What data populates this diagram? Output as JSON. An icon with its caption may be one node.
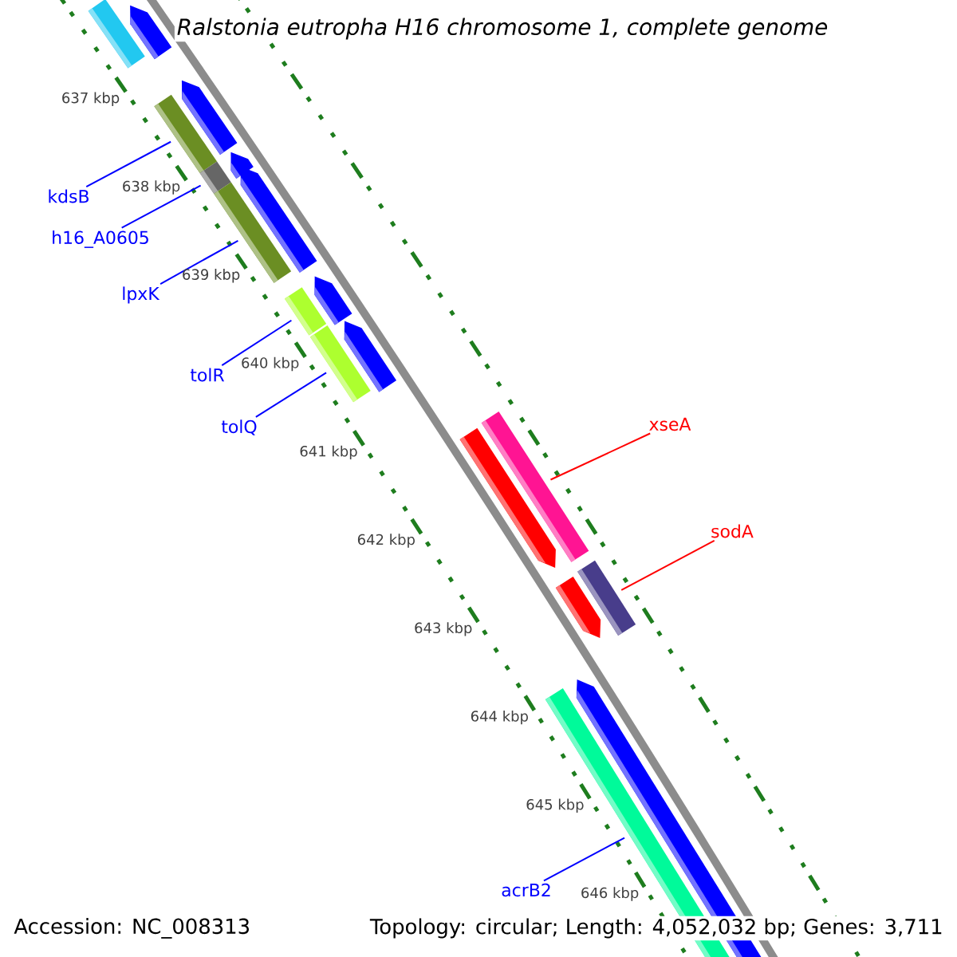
{
  "diagram": {
    "title": "Ralstonia eutropha H16 chromosome 1, complete genome",
    "nodes": [
      {
        "text": [],
        "shape": "bar"
      },
      {
        "text": [],
        "shape": "bar"
      },
      {
        "text": [],
        "shape": "bar"
      },
      {
        "text": [],
        "shape": "bar"
      },
      {
        "text": [],
        "shape": "bar"
      },
      {
        "text": [],
        "shape": "bar"
      },
      {
        "text": [],
        "shape": "bar"
      },
      {
        "text": [],
        "shape": "bar"
      },
      {
        "text": [
          "kdsB"
        ]
      },
      {
        "text": [
          "h16_A0605"
        ]
      },
      {
        "text": [
          "lpxK"
        ]
      },
      {
        "text": [],
        "shape": "bar"
      },
      {
        "text": [],
        "shape": "bar"
      },
      {
        "text": [],
        "shape": "bar"
      },
      {
        "text": [],
        "shape": "bar"
      },
      {
        "text": [
          "tolR"
        ]
      },
      {
        "text": [
          "tolQ"
        ]
      },
      {
        "text": [],
        "shape": "bar"
      },
      {
        "text": [],
        "shape": "bar"
      },
      {
        "text": [
          "xseA"
        ]
      },
      {
        "text": [],
        "shape": "bar"
      },
      {
        "text": [],
        "shape": "bar"
      },
      {
        "text": [
          "sodA"
        ]
      },
      {
        "text": [],
        "shape": "bar"
      },
      {
        "text": [],
        "shape": "bar"
      },
      {
        "text": [
          "acrB2"
        ]
      }
    ],
    "edges": [
      {
        "from": 8,
        "to": 3,
        "arrow": "none"
      },
      {
        "from": 9,
        "to": 5,
        "arrow": "none"
      },
      {
        "from": 10,
        "to": 7,
        "arrow": "none"
      },
      {
        "from": 15,
        "to": 12,
        "arrow": "none"
      },
      {
        "from": 16,
        "to": 14,
        "arrow": "none"
      },
      {
        "from": 19,
        "to": 17,
        "arrow": "none",
        "color": "#ff0000"
      },
      {
        "from": 22,
        "to": 21,
        "arrow": "none",
        "color": "#ff0000"
      },
      {
        "from": 25,
        "to": 23,
        "arrow": "none"
      }
    ],
    "labels": [
      "637 kbp",
      "638 kbp",
      "639 kbp",
      "640 kbp",
      "641 kbp",
      "642 kbp",
      "643 kbp",
      "644 kbp",
      "645 kbp",
      "646 kbp",
      "Accession: NC_008313",
      "Topology: circular; Length: 4,052,032 bp; Genes: 3,711"
    ]
  }
}
